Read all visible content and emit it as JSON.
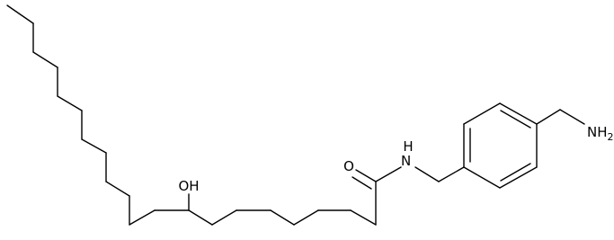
{
  "molecule": {
    "atoms": {
      "hydroxyl": {
        "text": "OH"
      },
      "carbonyl_oxygen": {
        "text": "O"
      },
      "amide_nitrogen": {
        "text": "N",
        "h_text": "H"
      },
      "amine": {
        "text": "NH",
        "subscript": "2"
      }
    },
    "colors": {
      "bond": "#000000",
      "label": "#000000",
      "background": "#ffffff"
    }
  }
}
